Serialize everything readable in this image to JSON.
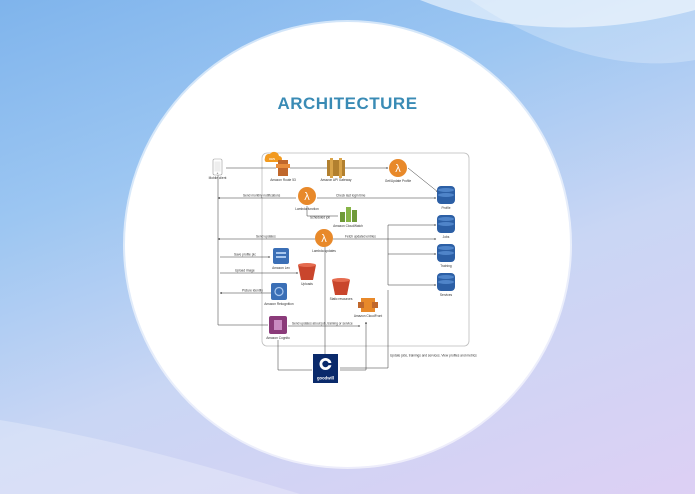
{
  "title": "ARCHITECTURE",
  "diagram": {
    "aws_badge": "aws",
    "nodes": {
      "mobile_client": "Mobile client",
      "route53": "Amazon Route 53",
      "api_gateway": "Amazon API Gateway",
      "get_update_profile": "Get/Update Profile",
      "lambda_push": "Lambda function",
      "cloudwatch": "Amazon CloudWatch",
      "lambda_updates": "Lambda updates",
      "cognito_lex": "Amazon Lex",
      "s3_uploads": "Uploads",
      "s3_static": "Static resources",
      "rekognition": "Amazon Rekognition",
      "cloudfront": "Amazon CloudFront",
      "cognito": "Amazon Cognito",
      "db_profile": "Profile",
      "db_jobs": "Jobs",
      "db_training": "Training",
      "db_services": "Services",
      "goodwill": "goodwill"
    },
    "edges": {
      "send_notifications": "Send monthly notifications",
      "check_login": "Check last login time",
      "scheduled_job": "Scheduled job",
      "send_updates": "Send updates",
      "fetch_updated": "Fetch updated entries",
      "save_profile_pic": "Save profile pic",
      "upload_image": "Upload image",
      "picture_identity": "Picture identity",
      "send_goodwill": "Send updates about job, training or service",
      "update_jobs": "Update jobs, trainings and services. View profiles and metrics"
    }
  }
}
